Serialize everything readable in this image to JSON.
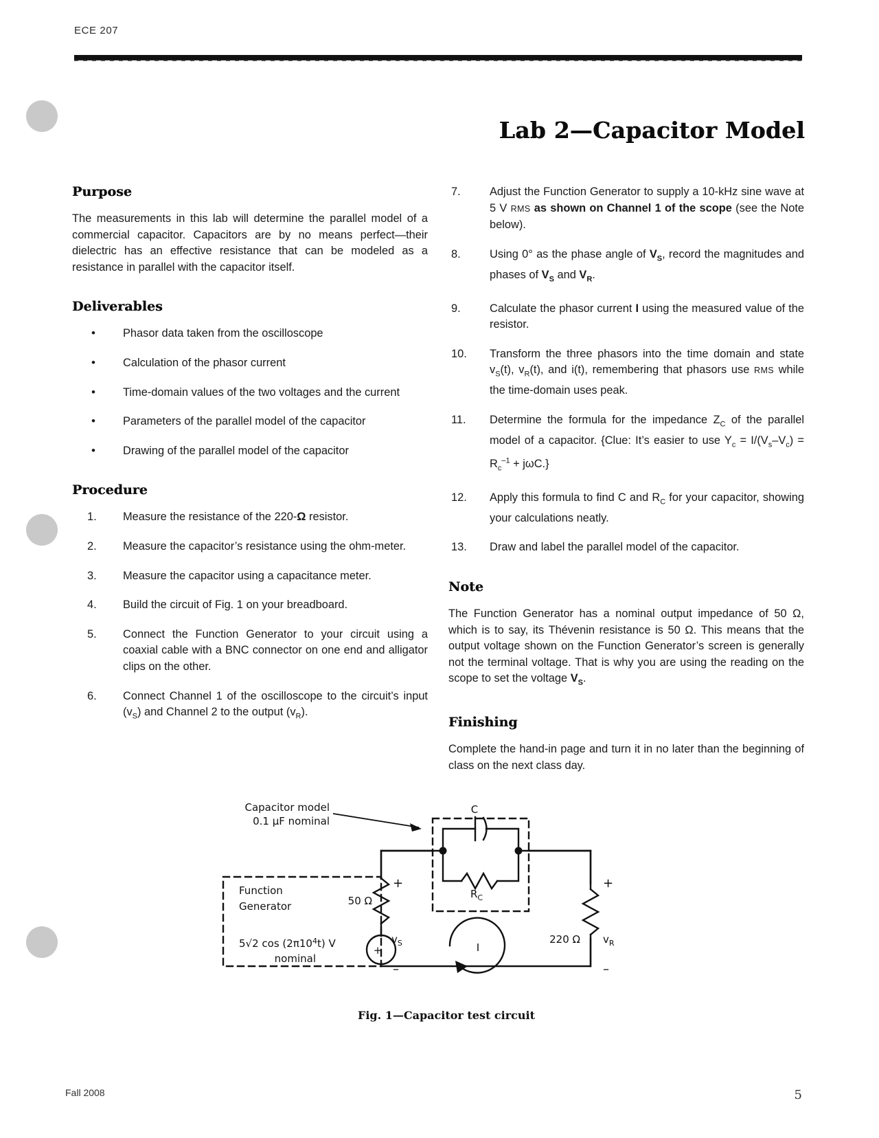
{
  "header": {
    "course": "ECE 207"
  },
  "title": "Lab 2—Capacitor Model",
  "sections": {
    "purpose": {
      "heading": "Purpose",
      "text": "The measurements in this lab will determine the parallel model of a commercial capacitor. Capacitors are by no means perfect—their dielectric has an effective resistance that can be modeled as a resistance in parallel with the capacitor itself."
    },
    "deliverables": {
      "heading": "Deliverables",
      "items": [
        "Phasor data taken from the oscilloscope",
        "Calculation of the phasor current",
        "Time-domain values of the two voltages and the current",
        "Parameters of the parallel model of the capacitor",
        "Drawing of the parallel model of the capacitor"
      ]
    },
    "procedure": {
      "heading": "Procedure",
      "items": [
        {
          "n": "1.",
          "text": "Measure the resistance of the 220-Ω resistor."
        },
        {
          "n": "2.",
          "text": "Measure the capacitor's resistance using the ohm-meter."
        },
        {
          "n": "3.",
          "text": "Measure the capacitor using a capacitance meter."
        },
        {
          "n": "4.",
          "text": "Build the circuit of Fig. 1 on your breadboard."
        },
        {
          "n": "5.",
          "text": "Connect the Function Generator to your circuit using a coaxial cable with a BNC connector on one end and alligator clips on the other."
        },
        {
          "n": "6.",
          "text": "Connect Channel 1 of the oscilloscope to the circuit's input (vS) and Channel 2 to the output (vR)."
        },
        {
          "n": "7.",
          "text": "Adjust the Function Generator to supply a 10-kHz sine wave at 5 V RMS as shown on Channel 1 of the scope (see the Note below)."
        },
        {
          "n": "8.",
          "text": "Using 0° as the phase angle of VS, record the magnitudes and phases of VS and VR."
        },
        {
          "n": "9.",
          "text": "Calculate the phasor current I using the measured value of the resistor."
        },
        {
          "n": "10.",
          "text": "Transform the three phasors into the time domain and state vS(t), vR(t), and i(t), remembering that phasors use RMS while the time-domain uses peak."
        },
        {
          "n": "11.",
          "text": "Determine the formula for the impedance ZC of the parallel model of a capacitor. {Clue: It's easier to use YC = I/(VS−VC) = RC−1 + jωC.}"
        },
        {
          "n": "12.",
          "text": "Apply this formula to find C and RC for your capacitor, showing your calculations neatly."
        },
        {
          "n": "13.",
          "text": "Draw and label the parallel model of the capacitor."
        }
      ]
    },
    "note": {
      "heading": "Note",
      "text": "The Function Generator has a nominal output impedance of 50 Ω, which is to say, its Thévenin resistance is 50 Ω. This means that the output voltage shown on the Function Generator's screen is generally not the terminal voltage. That is why you are using the reading on the scope to set the voltage VS."
    },
    "finishing": {
      "heading": "Finishing",
      "text": "Complete the hand-in page and turn it in no later than the beginning of class on the next class day."
    }
  },
  "figure": {
    "caption": "Fig. 1—Capacitor test circuit",
    "annotation_line1": "Capacitor model",
    "annotation_line2": "0.1 µF nominal",
    "fg_line1": "Function",
    "fg_line2": "Generator",
    "source_line1": "5√2 cos (2π10⁴t) V",
    "source_line2": "nominal",
    "label_r_source": "50 Ω",
    "label_r_load": "220 Ω",
    "label_cap": "C",
    "label_rc": "RC",
    "label_vs": "vS",
    "label_vr": "vR",
    "label_current": "I",
    "plus": "+",
    "minus": "−"
  },
  "footer": {
    "term": "Fall 2008",
    "page": "5"
  },
  "colors": {
    "ink": "#151515",
    "hole": "#c9c9c9",
    "rule": "#111111"
  }
}
